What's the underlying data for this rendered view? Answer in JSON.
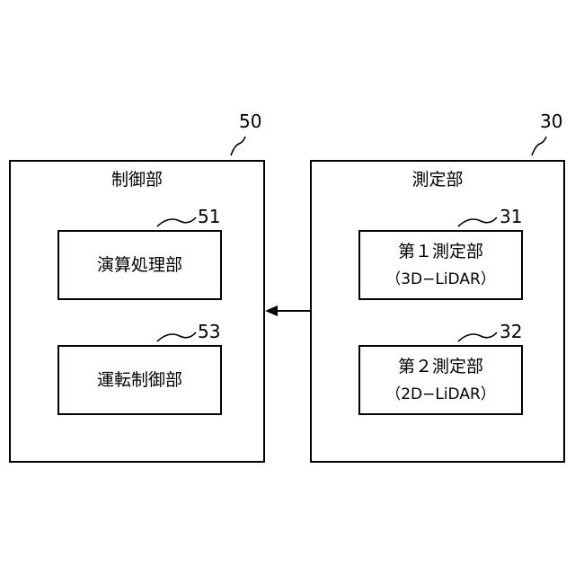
{
  "blocks": {
    "control": {
      "ref": "50",
      "title": "制御部",
      "units": {
        "compute": {
          "ref": "51",
          "label": "演算処理部"
        },
        "drive": {
          "ref": "53",
          "label": "運転制御部"
        }
      }
    },
    "measure": {
      "ref": "30",
      "title": "測定部",
      "units": {
        "first": {
          "ref": "31",
          "label": "第１測定部",
          "sub": "（3D−LiDAR）"
        },
        "second": {
          "ref": "32",
          "label": "第２測定部",
          "sub": "（2D−LiDAR）"
        }
      }
    }
  },
  "colors": {
    "line": "#000000",
    "background": "#ffffff"
  }
}
